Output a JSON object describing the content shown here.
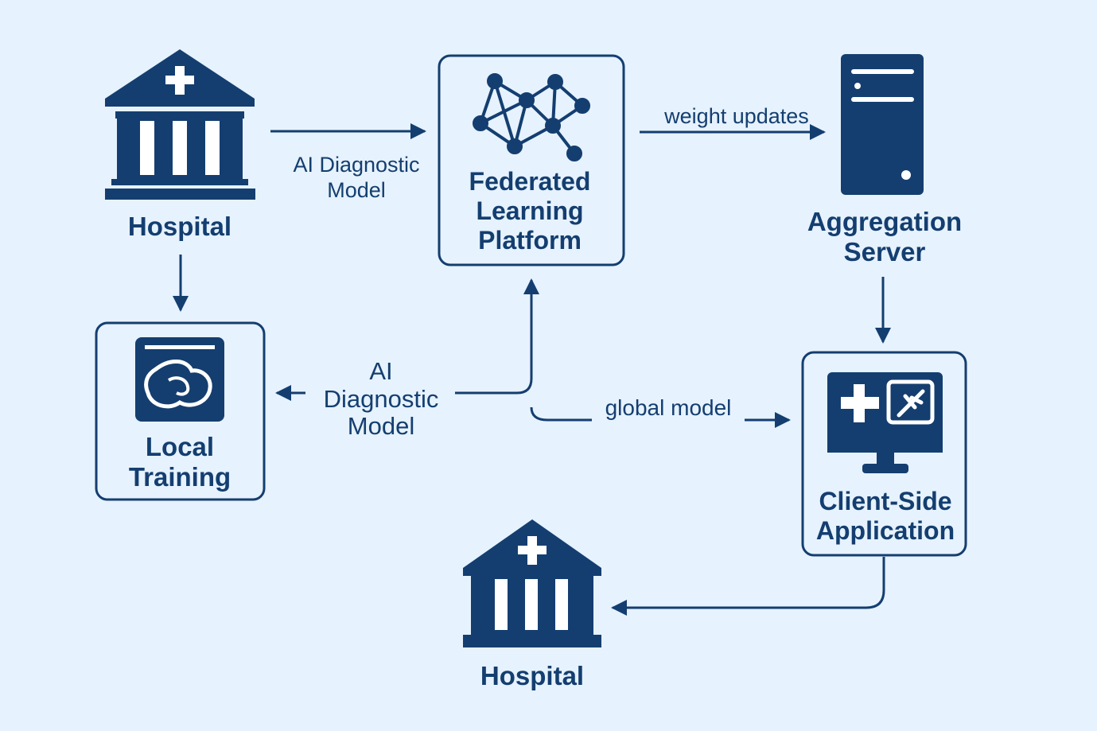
{
  "colors": {
    "background": "#e6f2fd",
    "primary": "#143e70"
  },
  "nodes": {
    "hospital_top": {
      "label": "Hospital",
      "icon": "hospital-icon"
    },
    "federated_platform": {
      "label": "Federated\nLearning\nPlatform",
      "icon": "network-graph-icon"
    },
    "aggregation_server": {
      "label": "Aggregation\nServer",
      "icon": "server-icon"
    },
    "local_training": {
      "label": "Local\nTraining",
      "icon": "brain-scan-icon"
    },
    "client_app": {
      "label": "Client-Side\nApplication",
      "icon": "medical-monitor-icon"
    },
    "hospital_bottom": {
      "label": "Hospital",
      "icon": "hospital-icon"
    }
  },
  "edges": {
    "hospital_to_platform": "AI Diagnostic\nModel",
    "platform_to_server": "weight updates",
    "platform_to_local": "AI\nDiagnostic\nModel",
    "global_to_client": "global model"
  }
}
